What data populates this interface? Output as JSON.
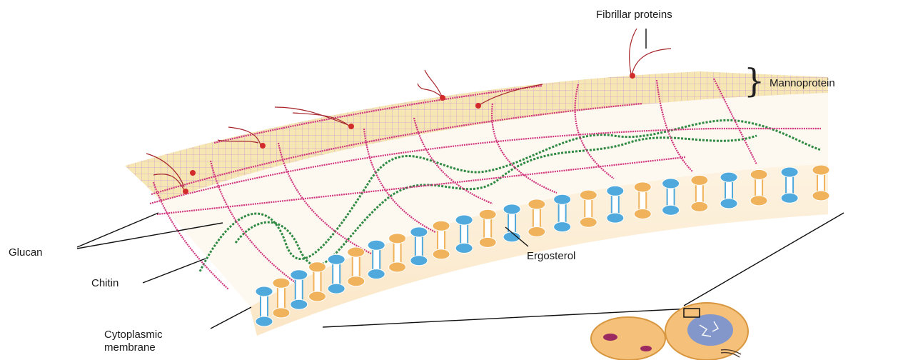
{
  "labels": {
    "fibrillar": "Fibrillar proteins",
    "mannoprotein": "Mannoprotein",
    "glucan": "Glucan",
    "chitin": "Chitin",
    "ergosterol": "Ergosterol",
    "cytoplasmic_line1": "Cytoplasmic",
    "cytoplasmic_line2": "membrane"
  },
  "colors": {
    "mannoprotein_band": "#f6e6b4",
    "mannoprotein_grid": "#c58fd0",
    "glucan_fiber": "#d0357e",
    "chitin_fiber": "#2f8a44",
    "fibrillar_protein": "#a6262c",
    "phospholipid_blue": "#4fa9dc",
    "phospholipid_orange": "#f0b25a",
    "membrane_band": "#fbeed7",
    "cell_body": "#f4c07a",
    "nucleus": "#6f8fd8"
  }
}
